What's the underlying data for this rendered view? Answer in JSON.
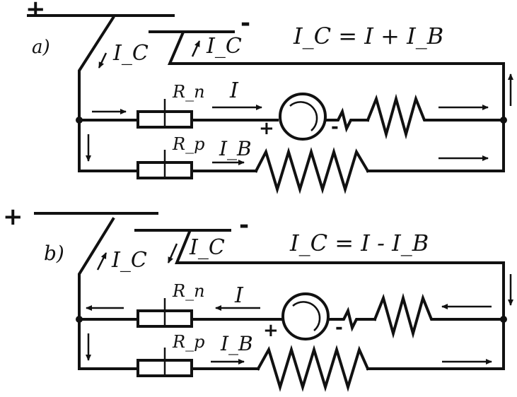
{
  "diagram_a": {
    "panel_label": "a)",
    "plus_sign": "+",
    "minus_sign": "-",
    "formula": "I_C = I + I_B",
    "supply_current_left": "I_C",
    "supply_current_right": "I_C",
    "resistor_top": "R_n",
    "resistor_bottom": "R_p",
    "current_armature": "I",
    "current_field": "I_B",
    "motor_plus": "+",
    "motor_minus": "-"
  },
  "diagram_b": {
    "panel_label": "b)",
    "plus_sign": "+",
    "minus_sign": "-",
    "formula": "I_C = I - I_B",
    "supply_current_left": "I_C",
    "supply_current_right": "I_C",
    "resistor_top": "R_n",
    "resistor_bottom": "R_p",
    "current_armature": "I",
    "current_field": "I_B",
    "motor_plus": "+",
    "motor_minus": "-"
  }
}
